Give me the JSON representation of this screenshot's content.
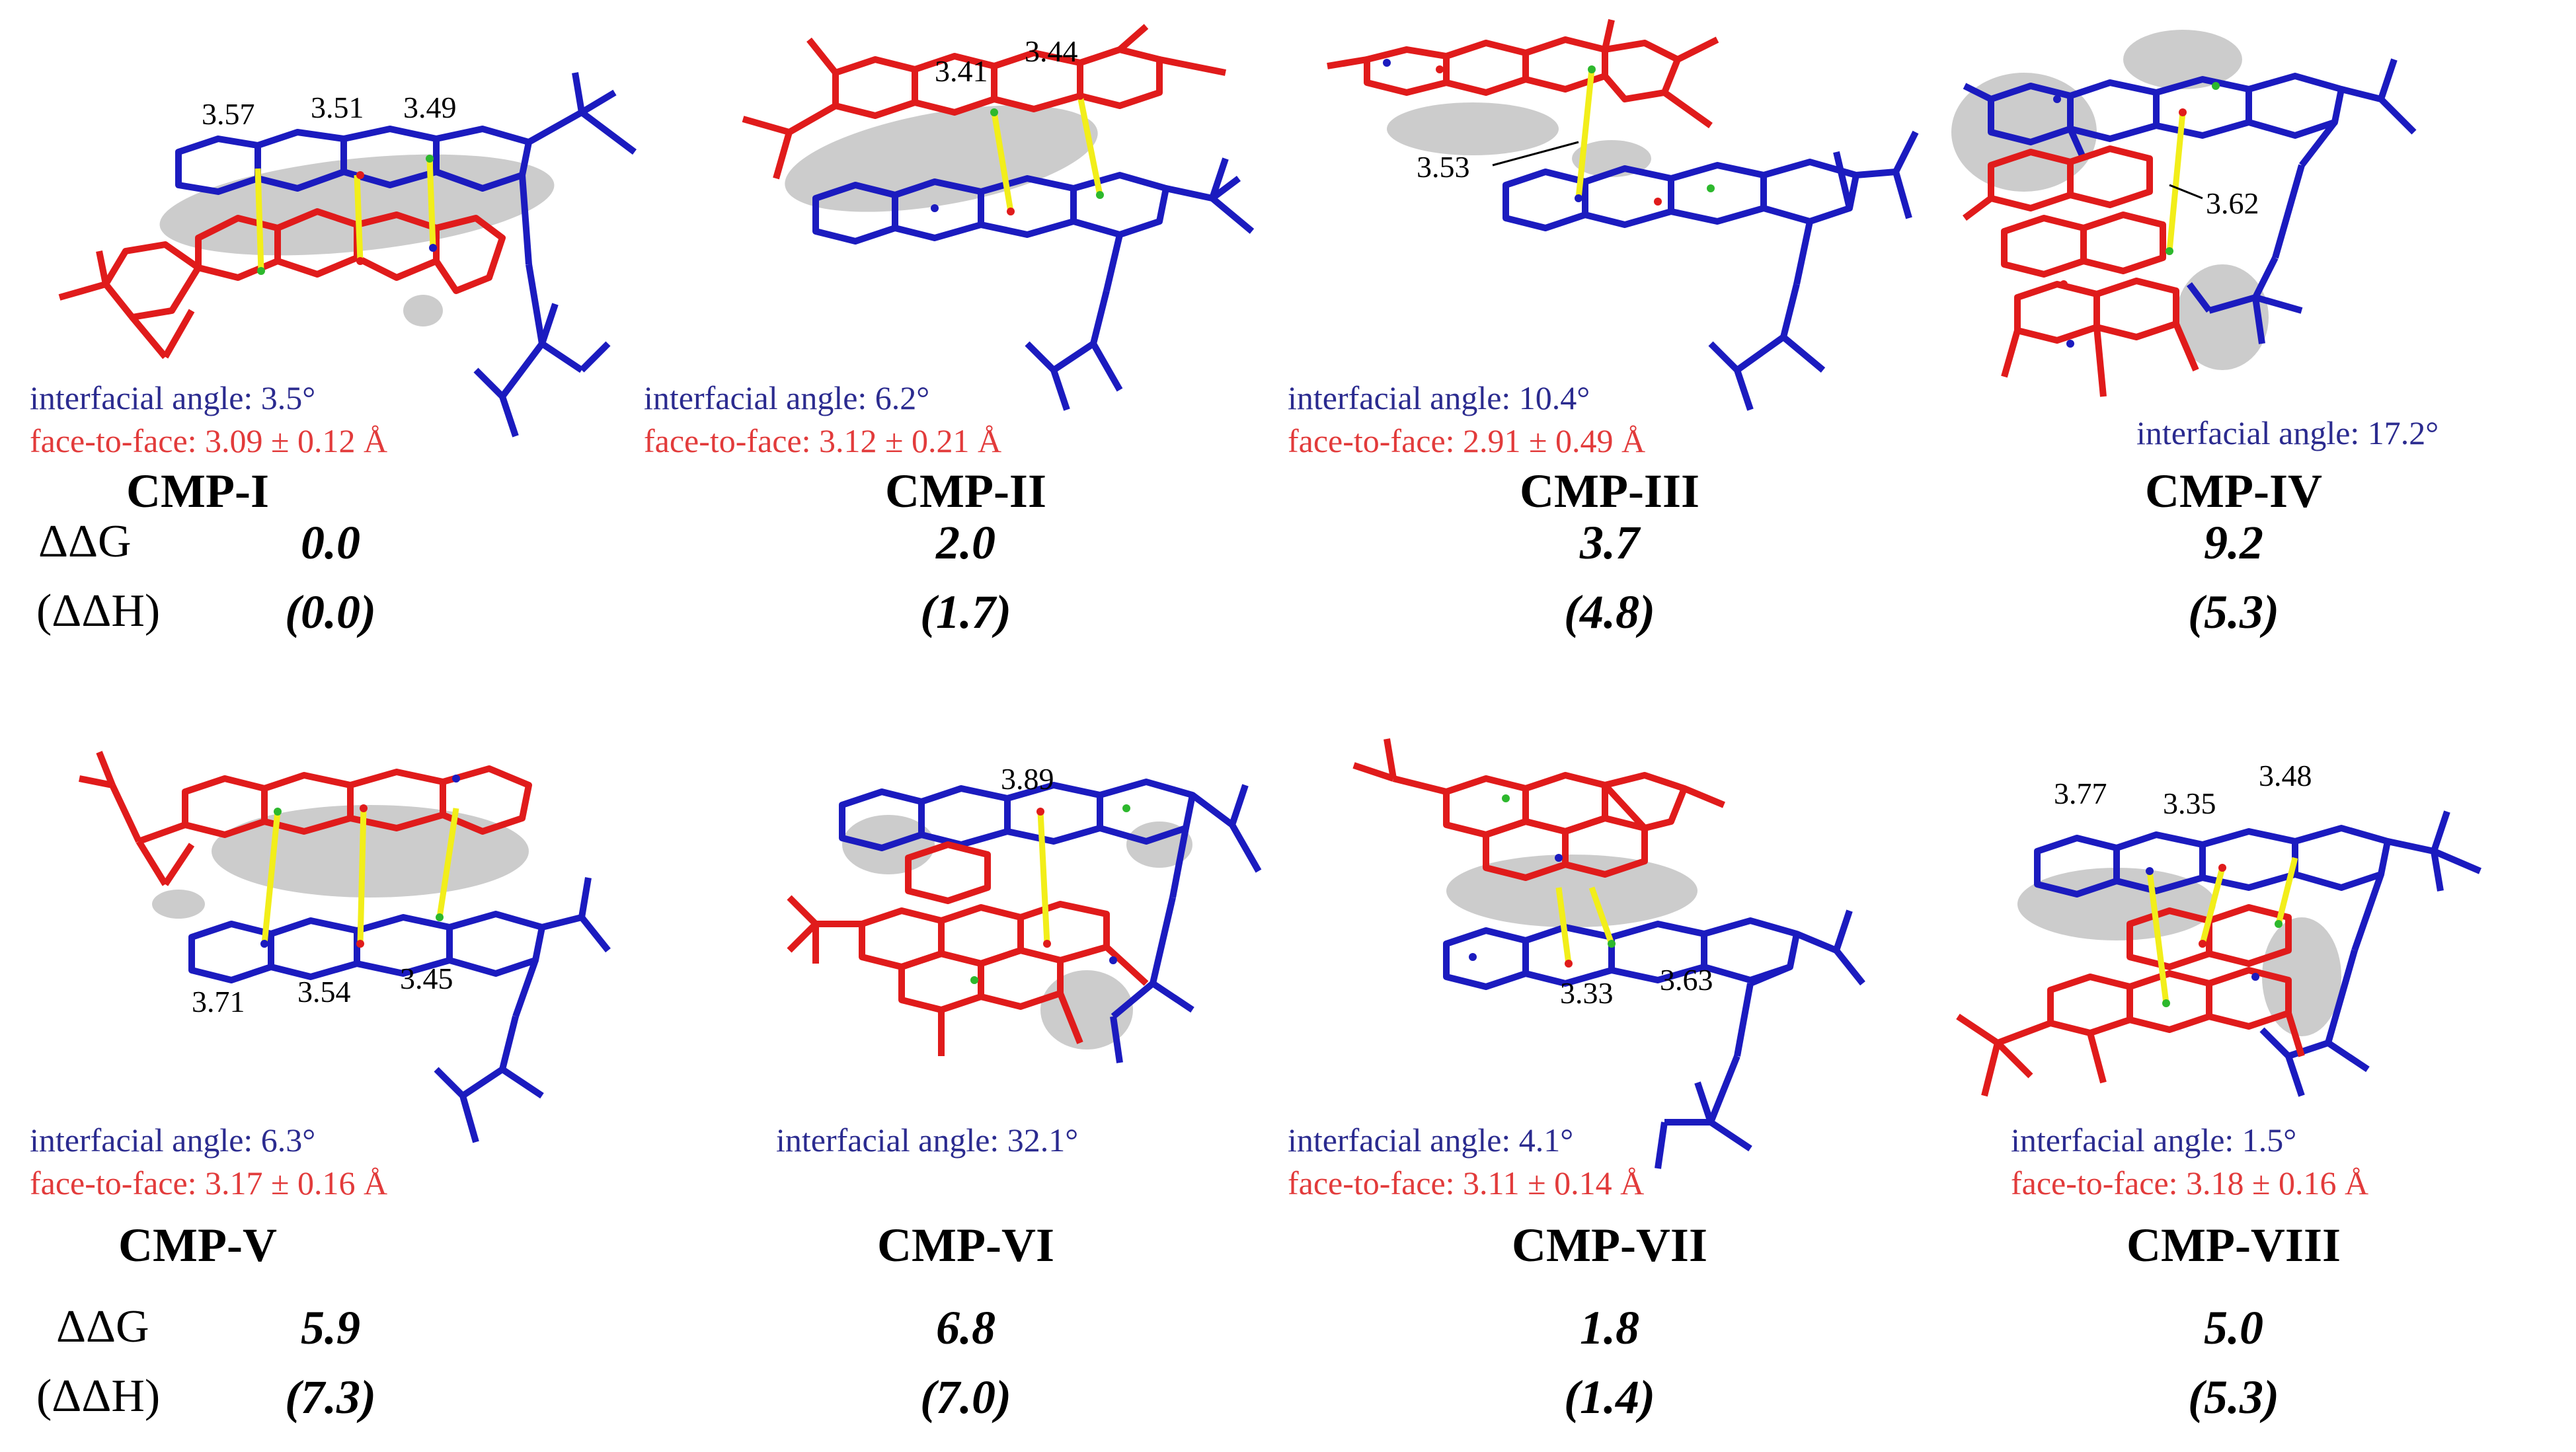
{
  "row_labels": {
    "dg": "ΔΔG",
    "dh": "(ΔΔH)"
  },
  "colors": {
    "ring_a": "#e01b1b",
    "ring_b": "#1b1bbf",
    "contact": "#f2ee1a",
    "surface": "#8f8f8f",
    "angle_text": "#2b2b8f",
    "face_text": "#e23b3b"
  },
  "complexes": [
    {
      "name": "CMP-I",
      "dg": "0.0",
      "dh": "(0.0)",
      "interfacial_angle": "interfacial angle: 3.5°",
      "face_to_face": "face-to-face: 3.09 ± 0.12 Å",
      "distances": [
        "3.57",
        "3.51",
        "3.49"
      ]
    },
    {
      "name": "CMP-II",
      "dg": "2.0",
      "dh": "(1.7)",
      "interfacial_angle": "interfacial angle: 6.2°",
      "face_to_face": "face-to-face: 3.12 ± 0.21 Å",
      "distances": [
        "3.41",
        "3.44"
      ]
    },
    {
      "name": "CMP-III",
      "dg": "3.7",
      "dh": "(4.8)",
      "interfacial_angle": "interfacial angle: 10.4°",
      "face_to_face": "face-to-face: 2.91 ± 0.49 Å",
      "distances": [
        "3.53"
      ]
    },
    {
      "name": "CMP-IV",
      "dg": "9.2",
      "dh": "(5.3)",
      "interfacial_angle": "interfacial angle: 17.2°",
      "face_to_face": "",
      "distances": [
        "3.62"
      ]
    },
    {
      "name": "CMP-V",
      "dg": "5.9",
      "dh": "(7.3)",
      "interfacial_angle": "interfacial angle: 6.3°",
      "face_to_face": "face-to-face: 3.17 ± 0.16 Å",
      "distances": [
        "3.71",
        "3.54",
        "3.45"
      ]
    },
    {
      "name": "CMP-VI",
      "dg": "6.8",
      "dh": "(7.0)",
      "interfacial_angle": "interfacial angle: 32.1°",
      "face_to_face": "",
      "distances": [
        "3.89"
      ]
    },
    {
      "name": "CMP-VII",
      "dg": "1.8",
      "dh": "(1.4)",
      "interfacial_angle": "interfacial angle: 4.1°",
      "face_to_face": "face-to-face: 3.11 ± 0.14 Å",
      "distances": [
        "3.33",
        "3.63"
      ]
    },
    {
      "name": "CMP-VIII",
      "dg": "5.0",
      "dh": "(5.3)",
      "interfacial_angle": "interfacial angle: 1.5°",
      "face_to_face": "face-to-face: 3.18 ± 0.16 Å",
      "distances": [
        "3.77",
        "3.35",
        "3.48"
      ]
    }
  ]
}
